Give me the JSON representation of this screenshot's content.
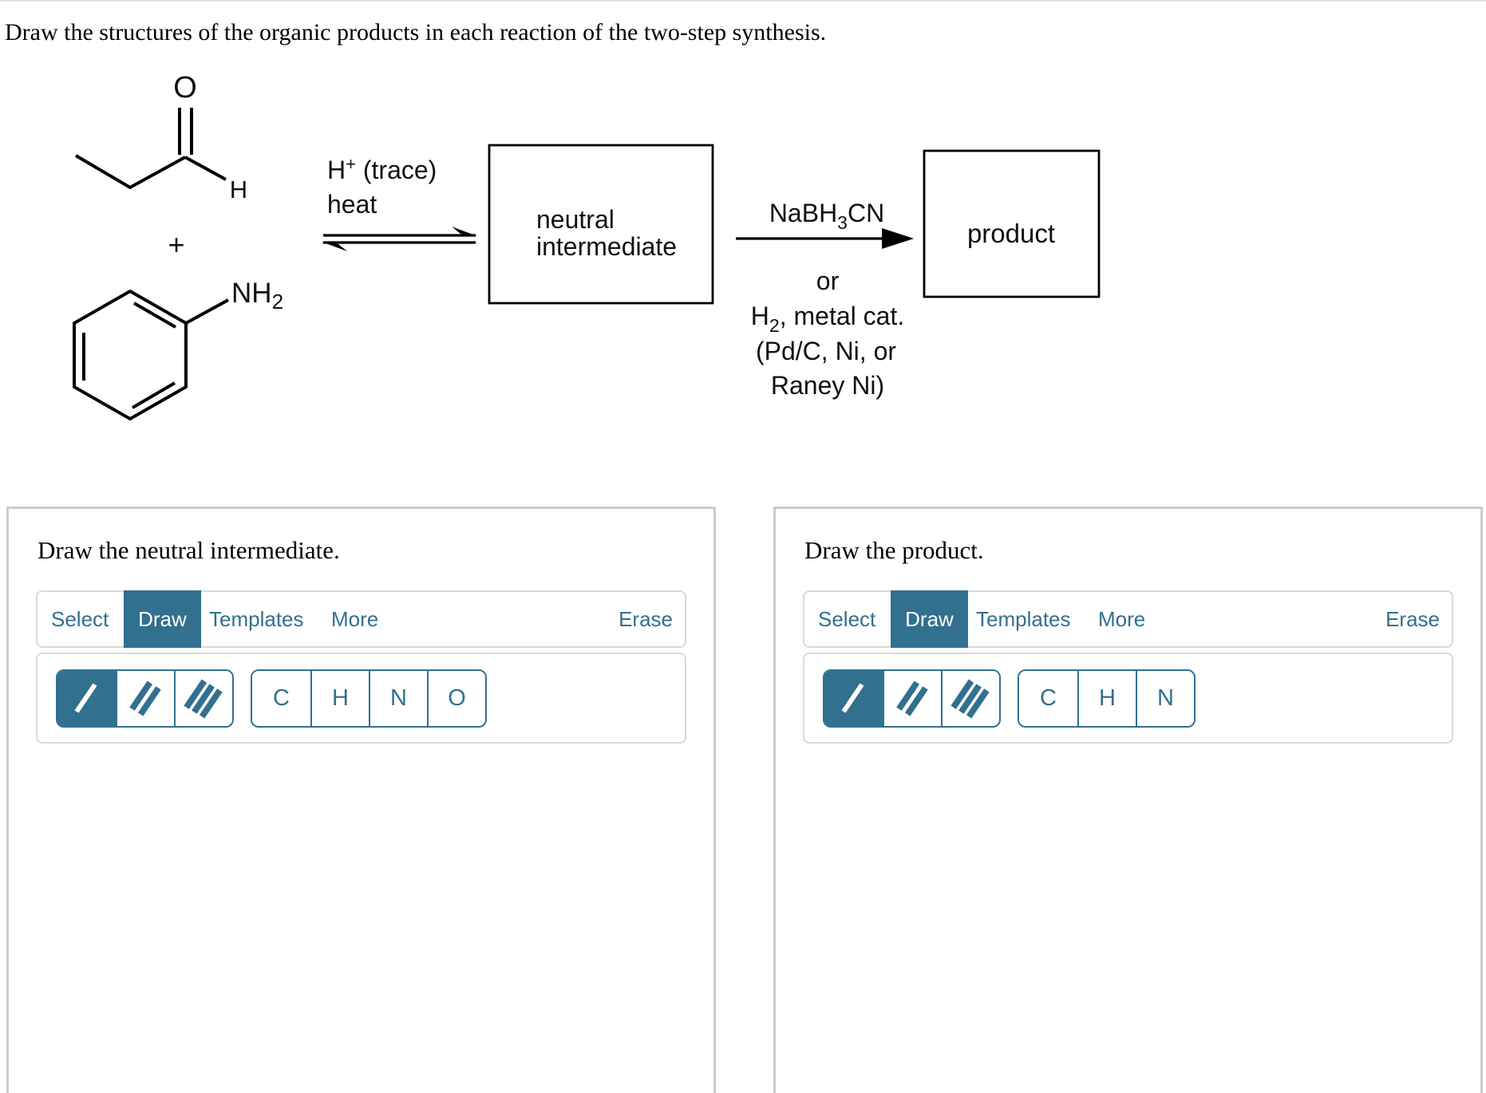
{
  "colors": {
    "accent": "#31708e",
    "panel_border": "#cccccc",
    "toolbar_border": "#d9d9d9",
    "ink": "#000000"
  },
  "question": "Draw the structures of the organic products in each reaction of the two-step synthesis.",
  "scheme": {
    "aldehyde": {
      "oxygen": "O",
      "hydrogen": "H"
    },
    "plus": "+",
    "amine": {
      "label": "NH",
      "subscript": "2"
    },
    "step1": {
      "reagent_main": "H",
      "reagent_sup": "+",
      "reagent_rest": " (trace)",
      "condition": "heat"
    },
    "intermediate_box": {
      "line1": "neutral",
      "line2": "intermediate"
    },
    "step2": {
      "reagent_pre": "NaBH",
      "reagent_sub": "3",
      "reagent_post": "CN",
      "alt1": "or",
      "alt2_pre": "H",
      "alt2_sub": "2",
      "alt2_post": ", metal cat.",
      "alt3": "(Pd/C, Ni, or",
      "alt4": "Raney Ni)"
    },
    "product_box": {
      "label": "product"
    }
  },
  "panels": [
    {
      "title": "Draw the neutral intermediate.",
      "toolbar": {
        "select": "Select",
        "draw": "Draw",
        "templates": "Templates",
        "more": "More",
        "erase": "Erase"
      },
      "atoms": [
        "C",
        "H",
        "N",
        "O"
      ]
    },
    {
      "title": "Draw the product.",
      "toolbar": {
        "select": "Select",
        "draw": "Draw",
        "templates": "Templates",
        "more": "More",
        "erase": "Erase"
      },
      "atoms": [
        "C",
        "H",
        "N"
      ]
    }
  ]
}
